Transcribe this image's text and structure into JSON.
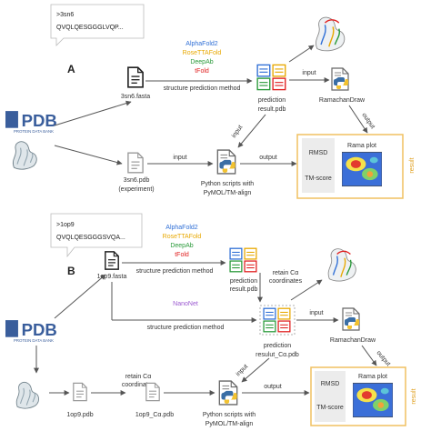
{
  "colors": {
    "arrow": "#555555",
    "result_border": "#f0c060",
    "alphafold": "#2f6fd6",
    "rosettafold": "#e8a800",
    "deepab": "#2a9a3a",
    "tfold": "#e02020",
    "nanonet": "#9b59d0",
    "pdb_blue": "#3a5e9c"
  },
  "panelA": {
    "letter": "A",
    "seq_id": ">3sn6",
    "seq": "QVQLQESGGGLVQP...",
    "fasta": "3sn6.fasta",
    "pdb_file": "3sn6.pdb",
    "pdb_note": "(experiment)",
    "tools": [
      "AlphaFold2",
      "RoseTTAFold",
      "DeepAb",
      "tFold"
    ],
    "method": "structure prediction method",
    "prediction1": "prediction",
    "prediction2": "result.pdb",
    "input1": "input",
    "input2": "input",
    "input3": "input",
    "output1": "output",
    "output2": "output",
    "ramachan": "RamachanDraw",
    "python1": "Python scripts with",
    "python2": "PyMOL/TM-align",
    "rmsd": "RMSD",
    "tmscore": "TM-score",
    "rama": "Rama plot",
    "result": "result"
  },
  "panelB": {
    "letter": "B",
    "seq_id": ">1op9",
    "seq": "QVQLQESGGGSVQA...",
    "fasta": "1op9.fasta",
    "tools": [
      "AlphaFold2",
      "RoseTTAFold",
      "DeepAb",
      "tFold"
    ],
    "method": "structure prediction method",
    "method2": "structure prediction method",
    "nanonet": "NanoNet",
    "prediction1": "prediction",
    "prediction2": "result.pdb",
    "retain1": "retain Cα",
    "retain2": "coordinates",
    "retain3": "retain Cα",
    "retain4": "coordinates",
    "pred_ca1": "prediction",
    "pred_ca2": "resulut_Cα.pdb",
    "input1": "input",
    "input2": "input",
    "output1": "output",
    "output2": "output",
    "ramachan": "RamachanDraw",
    "pdb_file": "1op9.pdb",
    "pdb_ca": "1op9_Cα.pdb",
    "python1": "Python scripts with",
    "python2": "PyMOL/TM-align",
    "rmsd": "RMSD",
    "tmscore": "TM-score",
    "rama": "Rama plot",
    "result": "result"
  },
  "pdb_logo": "PDB",
  "pdb_logo_sub": "PROTEIN DATA BANK"
}
